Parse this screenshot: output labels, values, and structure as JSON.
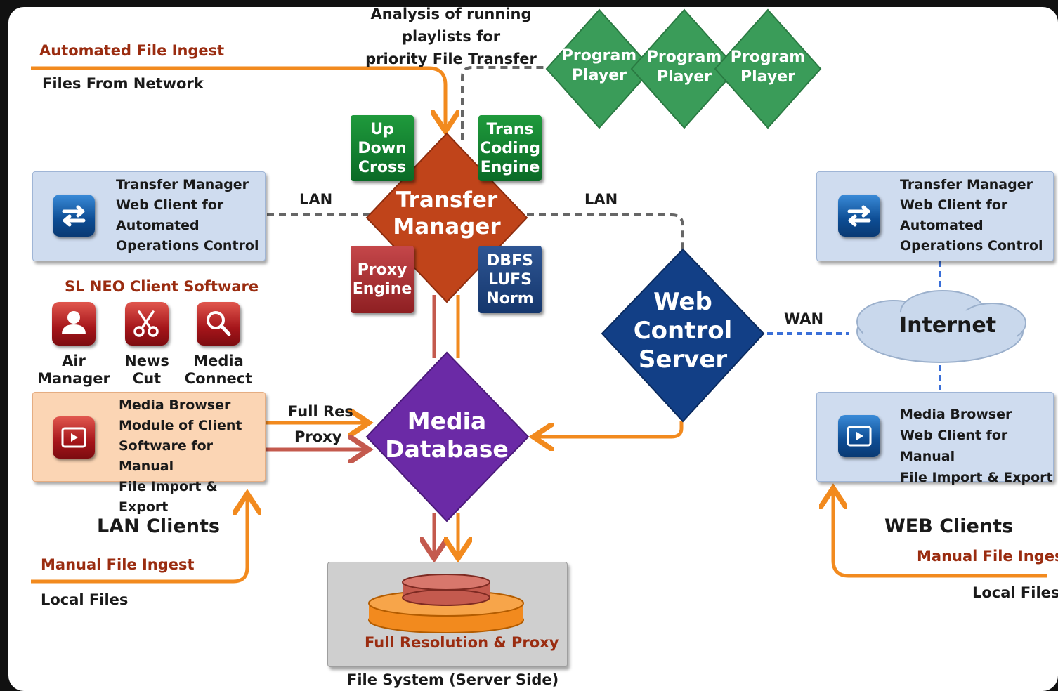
{
  "top_note": "Analysis of running playlists for\npriority File Transfer",
  "players": [
    "Program\nPlayer",
    "Program\nPlayer",
    "Program\nPlayer"
  ],
  "left": {
    "automated_ingest": "Automated File Ingest",
    "files_from_network": "Files From Network",
    "tm_client": "Transfer Manager\nWeb Client for\nAutomated\nOperations Control",
    "lan1": "LAN",
    "neo_title": "SL NEO Client Software",
    "apps": [
      {
        "label": "Air\nManager",
        "icon": "user-icon"
      },
      {
        "label": "News\nCut",
        "icon": "scissors-icon"
      },
      {
        "label": "Media\nConnect",
        "icon": "magnifier-icon"
      }
    ],
    "media_browser": "Media Browser\nModule of Client\nSoftware for Manual\nFile Import & Export",
    "full_res": "Full Res",
    "proxy": "Proxy",
    "lan_clients": "LAN Clients",
    "manual_ingest": "Manual File Ingest",
    "local_files": "Local Files"
  },
  "center": {
    "transfer_manager": "Transfer\nManager",
    "updown": "Up\nDown\nCross",
    "transcoding": "Trans\nCoding\nEngine",
    "proxy_engine": "Proxy\nEngine",
    "dbfs": "DBFS\nLUFS\nNorm",
    "lan2": "LAN",
    "media_db": "Media\nDatabase",
    "web_control": "Web\nControl\nServer",
    "full_res_proxy": "Full Resolution & Proxy",
    "file_system": "File System (Server Side)"
  },
  "right": {
    "tm_client": "Transfer Manager\nWeb Client for\nAutomated\nOperations Control",
    "wan": "WAN",
    "internet": "Internet",
    "media_browser": "Media Browser\nWeb Client for Manual\nFile Import & Export",
    "web_clients": "WEB Clients",
    "manual_ingest": "Manual File Ingest",
    "local_files": "Local Files"
  },
  "colors": {
    "orange": "#f28a1e",
    "dark_red_text": "#9a2c10",
    "transfer_manager": "#c0441a",
    "media_db": "#6b2aa6",
    "web_control": "#123f86",
    "player_green": "#3a9c59"
  }
}
